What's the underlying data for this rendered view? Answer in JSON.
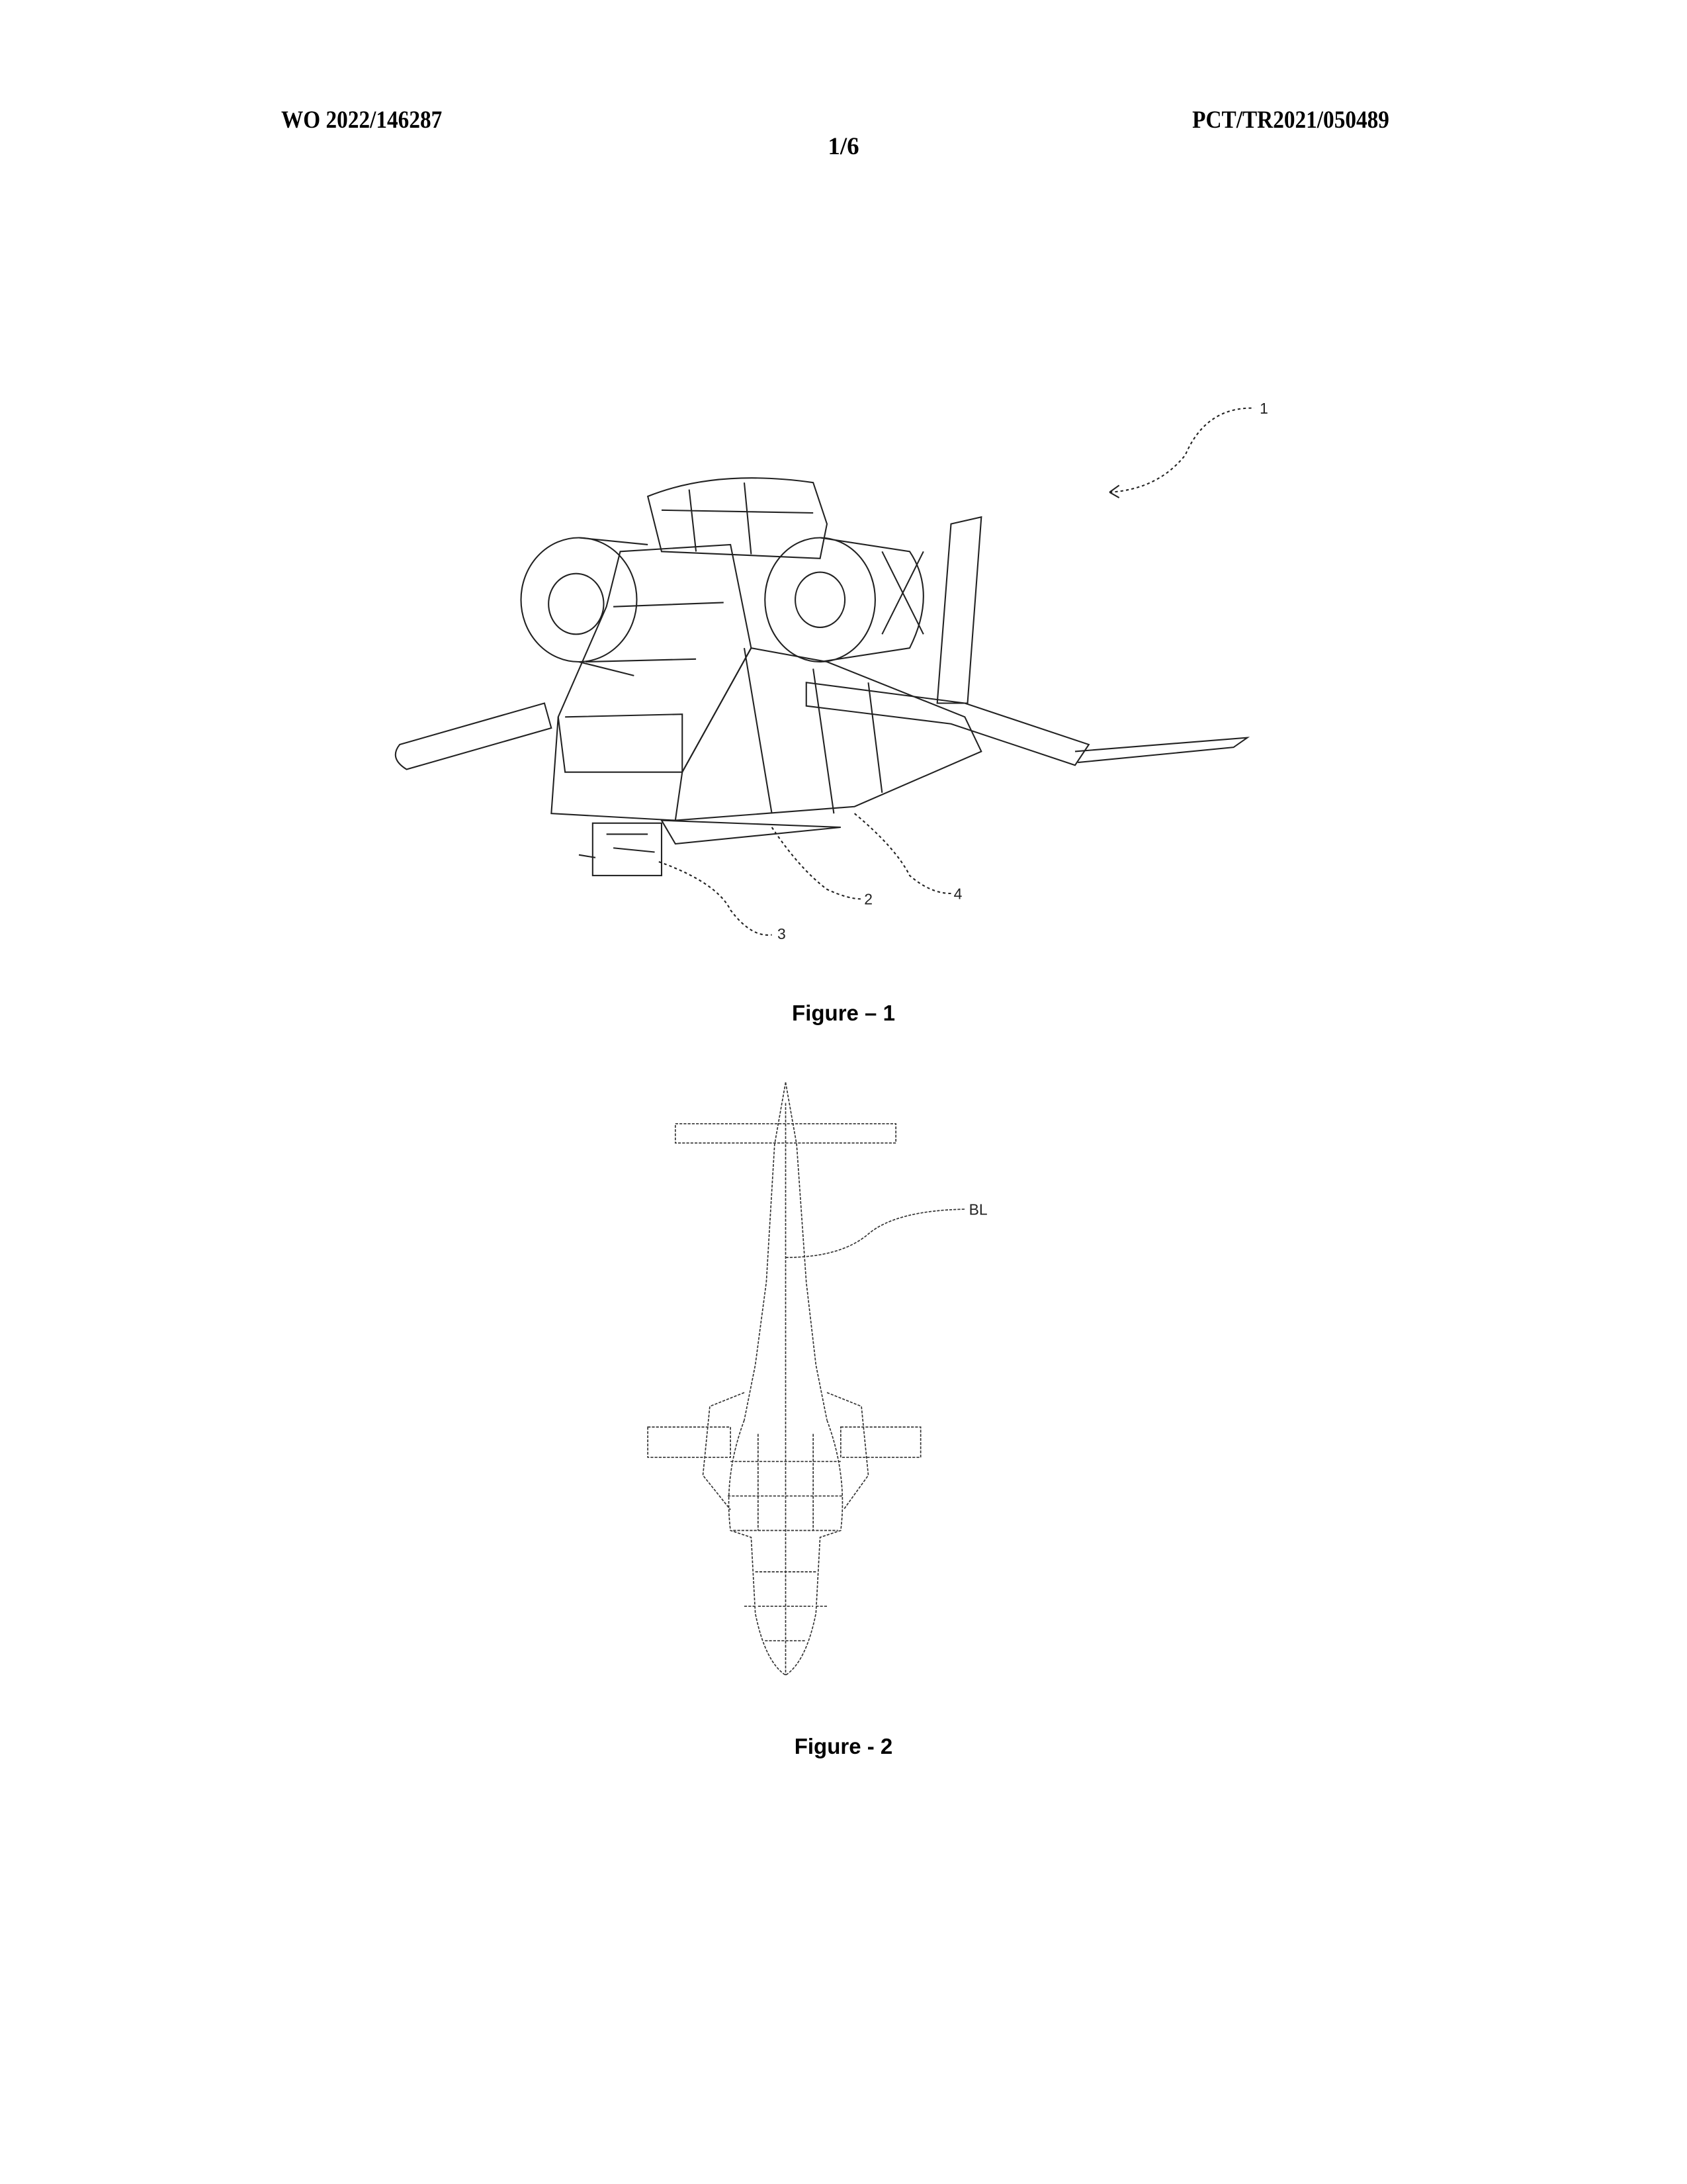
{
  "header": {
    "publication_number": "WO 2022/146287",
    "application_number": "PCT/TR2021/050489",
    "sheet": "1/6"
  },
  "figures": [
    {
      "caption": "Figure – 1",
      "reference_labels": [
        "1",
        "2",
        "3",
        "4"
      ]
    },
    {
      "caption": "Figure - 2",
      "reference_labels": [
        "BL"
      ]
    }
  ]
}
